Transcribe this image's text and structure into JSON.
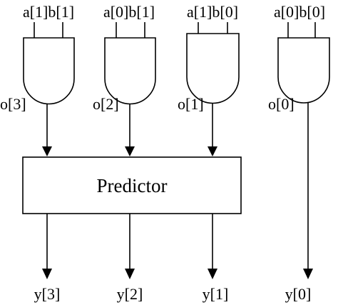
{
  "gates": [
    {
      "inputs": "a[1]b[1]",
      "output": "o[3]"
    },
    {
      "inputs": "a[0]b[1]",
      "output": "o[2]"
    },
    {
      "inputs": "a[1]b[0]",
      "output": "o[1]"
    },
    {
      "inputs": "a[0]b[0]",
      "output": "o[0]"
    }
  ],
  "predictor": {
    "label": "Predictor"
  },
  "outputs": [
    "y[3]",
    "y[2]",
    "y[1]",
    "y[0]"
  ]
}
